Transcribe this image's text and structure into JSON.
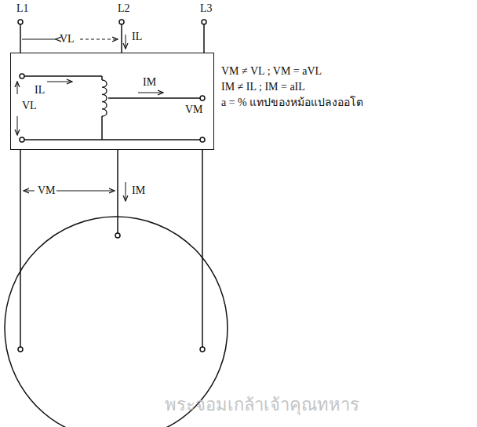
{
  "diagram": {
    "nodes": [
      {
        "text": [
          "VL",
          "IL",
          "IM",
          "VM"
        ]
      }
    ],
    "labels": [
      "L1",
      "L2",
      "L3",
      "VL",
      "IL",
      "VM ≠ VL ; VM = aVL",
      "IM ≠ IL ; IM = aIL",
      "a = % แทปของหม้อแปลงออโต",
      "VM",
      "IM",
      "พระจอมเกล้าเจ้าคุณทหาร"
    ]
  }
}
